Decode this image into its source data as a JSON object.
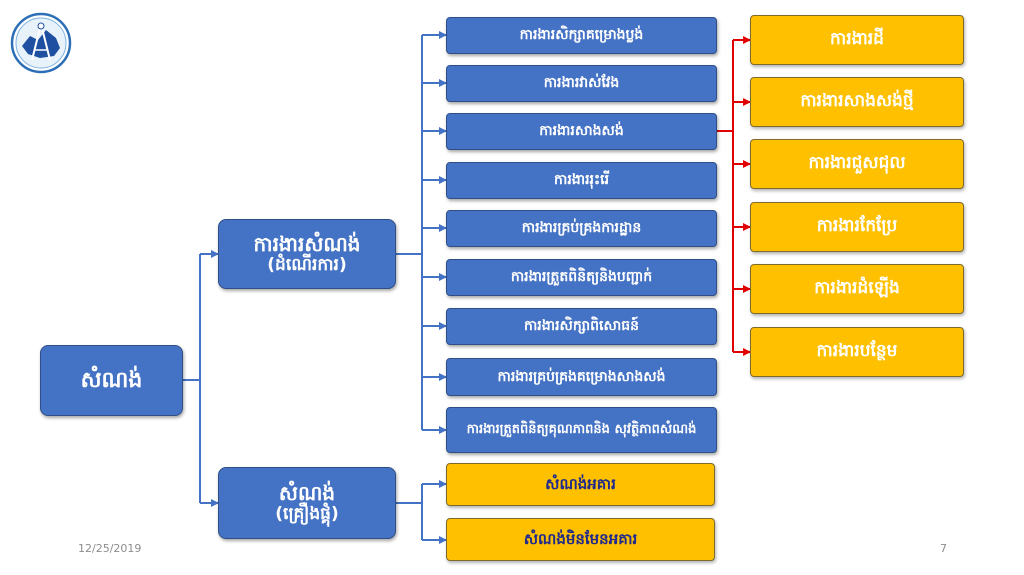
{
  "root": {
    "label": "សំណង់"
  },
  "service": {
    "line1": "ការងារសំណង់",
    "line2": "(ដំណើរការ)"
  },
  "works": {
    "line1": "សំណង់",
    "line2": "(គ្រឿងផ្គុំ)"
  },
  "service_items": [
    "ការងារសិក្សាគម្រោងប្លង់",
    "ការងារវាស់វែង",
    "ការងារសាងសង់",
    "ការងាររុះរើ",
    "ការងារគ្រប់គ្រងការដ្ឋាន",
    "ការងារត្រួតពិនិត្យនិងបញ្ជាក់",
    "ការងារសិក្សាពិសោធន៍",
    "ការងារគ្រប់គ្រងគម្រោងសាងសង់",
    "ការងារត្រួតពិនិត្យគុណភាពនិង សុវត្ថិភាពសំណង់"
  ],
  "construction_types": [
    "ការងារដី",
    "ការងារសាងសង់ថ្មី",
    "ការងារជួសជុល",
    "ការងារកែប្រែ",
    "ការងារដំឡើង",
    "ការងារបន្ថែម"
  ],
  "works_items": [
    "សំណង់អគារ",
    "សំណង់មិនមែនអគារ"
  ],
  "footer": {
    "date": "12/25/2019",
    "page": "7"
  },
  "colors": {
    "blue": "#4472c4",
    "yellow": "#ffc000",
    "red": "#e00000",
    "navy": "#1f2a8c"
  }
}
